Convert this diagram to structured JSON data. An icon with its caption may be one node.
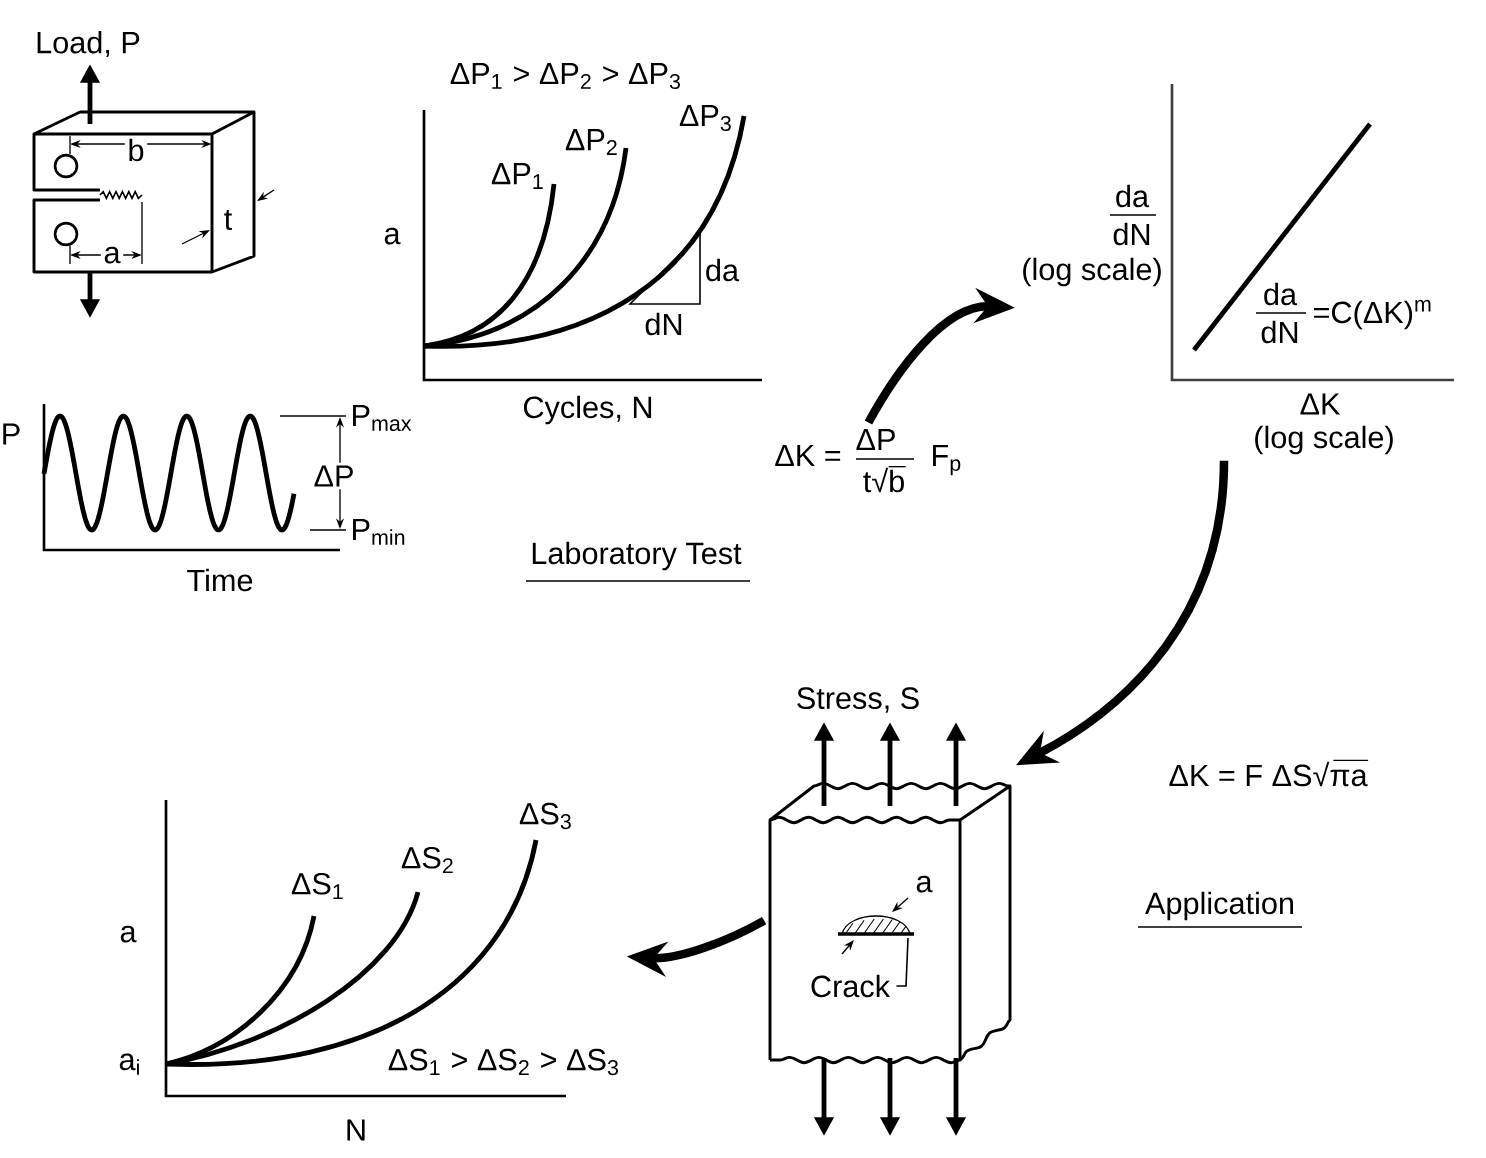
{
  "diagram": {
    "nodes": [
      {
        "text": [
          "Load, P",
          "b",
          "a",
          "t"
        ]
      },
      {
        "text": [
          "ΔP$_{1}$ > ΔP$_{2}$ > ΔP$_{3}$",
          "ΔP$_{1}$",
          "ΔP$_{2}$",
          "ΔP$_{3}$",
          "a",
          "da",
          "dN",
          "Cycles, N"
        ]
      },
      {
        "text": [
          "da",
          "dN",
          "(log scale)",
          "da",
          "dN",
          "=C(ΔK)$^{m}$",
          "ΔK",
          "(log scale)"
        ]
      },
      {
        "text": [
          "P",
          "P$_{max}$",
          "ΔP",
          "P$_{min}$",
          "Time"
        ]
      },
      {
        "text": [
          "ΔK =",
          "ΔP",
          "t√b",
          "F$_{p}$"
        ]
      },
      {
        "text": [
          "ΔS$_{1}$",
          "ΔS$_{2}$",
          "ΔS$_{3}$",
          "a",
          "a$_{i}$",
          "ΔS$_{1}$ > ΔS$_{2}$ > ΔS$_{3}$",
          "N"
        ]
      },
      {
        "text": [
          "Stress, S",
          "a"
        ]
      },
      {
        "text": [
          "Crack"
        ],
        "in": 6
      }
    ],
    "edges": [
      {
        "from": 4,
        "to": 2,
        "arrow": "to"
      },
      {
        "from": 2,
        "to": 6,
        "arrow": "to",
        "label": "ΔK = F ΔS√πa"
      },
      {
        "from": 6,
        "to": 5,
        "arrow": "to"
      },
      {
        "from": 7,
        "to": null,
        "arrow": "none"
      }
    ],
    "labels": [
      "Laboratory Test",
      "Application"
    ]
  }
}
